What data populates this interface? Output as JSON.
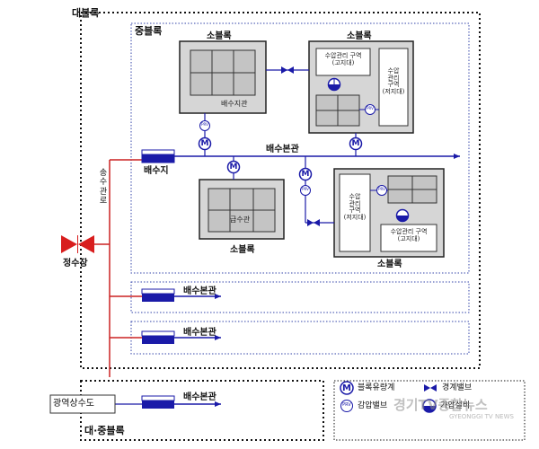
{
  "blocks": {
    "large": "대블록",
    "medium": "중블록",
    "small": "소블록",
    "large_medium": "대·중블록"
  },
  "facilities": {
    "reservoir": "배수지",
    "transmission_pipe": "송수관로",
    "treatment_plant": "정수장",
    "regional_water": "광역상수도",
    "distribution_main": "배수본관",
    "distribution_branch": "배수지관",
    "supply_pipe": "급수관"
  },
  "zones": {
    "high_zone": [
      "수압관리 구역",
      "(고지대)"
    ],
    "low_zone_vertical": [
      "수압",
      "관리",
      "구역",
      "(저지대)"
    ],
    "low_zone_vertical_2": [
      "수압",
      "관리",
      "구역",
      "(저지대)"
    ],
    "high_zone_2": [
      "수압관리 구역",
      "(고지대)"
    ]
  },
  "symbols": {
    "meter": "M",
    "prv": "PRV"
  },
  "legend": {
    "block_flow_meter": "블록유량계",
    "boundary_valve": "경계밸브",
    "pressure_valve": "감압밸브",
    "booster": "가압설비"
  },
  "watermark": {
    "main": "경기TV종합뉴스",
    "sub": "GYEONGGI TV NEWS"
  },
  "colors": {
    "main_pipe": "#1a1aa8",
    "transmission": "#cc2222",
    "block_border": "#1a1a1a",
    "medium_border": "#3344aa",
    "panel_fill": "#d6d6d6",
    "reservoir_fill": "#1a1aa8",
    "plant": "#d81e1e"
  }
}
